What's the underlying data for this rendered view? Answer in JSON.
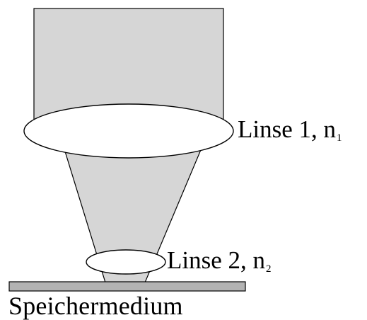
{
  "colors": {
    "beam": "#d6d6d6",
    "lens_fill": "#ffffff",
    "medium": "#b3b3b3",
    "stroke": "#000000"
  },
  "labels": {
    "lens1": {
      "text": "Linse 1, n",
      "subscript": "1"
    },
    "lens2": {
      "text": "Linse 2, n",
      "subscript": "2"
    },
    "medium": "Speichermedium"
  }
}
